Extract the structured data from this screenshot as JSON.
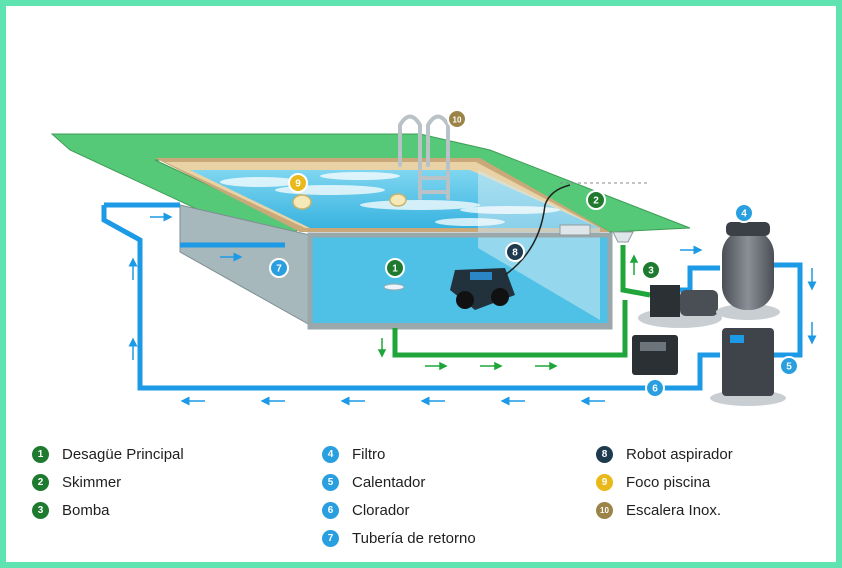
{
  "colors": {
    "green": "#1e7a2e",
    "blue": "#2a9fe0",
    "navy": "#1d3a4e",
    "yellow": "#e9b91a",
    "bronze": "#9c8448",
    "frame": "#5fe3b0",
    "deck": "#55c977",
    "water": "#5cc6e8",
    "pipe_blue": "#1d9ae6",
    "pipe_green": "#1fa53a"
  },
  "callouts": [
    {
      "num": "1",
      "color": "#1e7a2e"
    },
    {
      "num": "2",
      "color": "#1e7a2e"
    },
    {
      "num": "3",
      "color": "#1e7a2e"
    },
    {
      "num": "4",
      "color": "#2a9fe0"
    },
    {
      "num": "5",
      "color": "#2a9fe0"
    },
    {
      "num": "6",
      "color": "#2a9fe0"
    },
    {
      "num": "7",
      "color": "#2a9fe0"
    },
    {
      "num": "8",
      "color": "#1d3a4e"
    },
    {
      "num": "9",
      "color": "#e9b91a"
    },
    {
      "num": "10",
      "color": "#9c8448"
    }
  ],
  "legend": [
    [
      {
        "num": "1",
        "label": "Desagüe Principal",
        "color": "#1e7a2e"
      },
      {
        "num": "2",
        "label": "Skimmer",
        "color": "#1e7a2e"
      },
      {
        "num": "3",
        "label": "Bomba",
        "color": "#1e7a2e"
      }
    ],
    [
      {
        "num": "4",
        "label": "Filtro",
        "color": "#2a9fe0"
      },
      {
        "num": "5",
        "label": "Calentador",
        "color": "#2a9fe0"
      },
      {
        "num": "6",
        "label": "Clorador",
        "color": "#2a9fe0"
      },
      {
        "num": "7",
        "label": "Tubería de retorno",
        "color": "#2a9fe0"
      }
    ],
    [
      {
        "num": "8",
        "label": "Robot aspirador",
        "color": "#1d3a4e"
      },
      {
        "num": "9",
        "label": "Foco piscina",
        "color": "#e9b91a"
      },
      {
        "num": "10",
        "label": "Escalera Inox.",
        "color": "#9c8448"
      }
    ]
  ]
}
